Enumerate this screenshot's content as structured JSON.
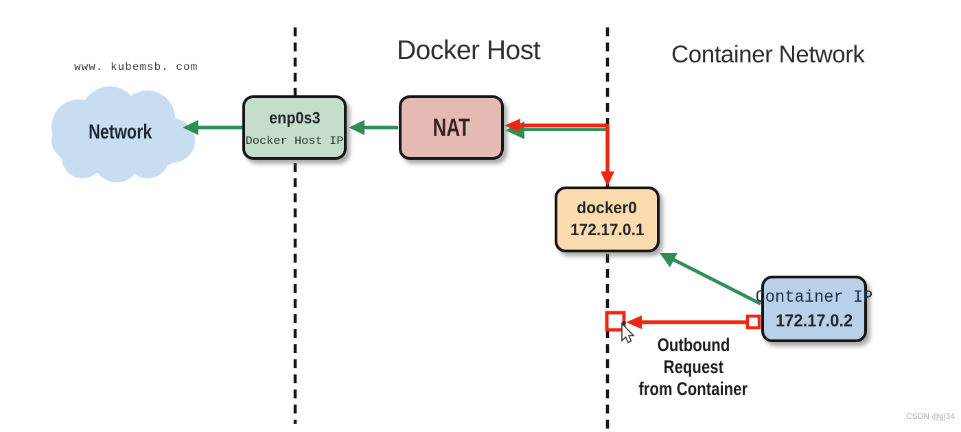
{
  "page": {
    "site_label": "www. kubemsb. com",
    "watermark": "CSDN @jjj34"
  },
  "headers": {
    "docker_host": "Docker Host",
    "container_network": "Container Network"
  },
  "nodes": {
    "network_cloud": {
      "label": "Network",
      "fill": "#c8dcf2"
    },
    "enp0s3": {
      "label": "enp0s3",
      "sublabel": "Docker Host IP",
      "fill": "#c5decb"
    },
    "nat": {
      "label": "NAT",
      "fill": "#e4bab3"
    },
    "docker0": {
      "label": "docker0",
      "ip": "172.17.0.1",
      "fill": "#fcdcae"
    },
    "container": {
      "label": "Container IP",
      "ip": "172.17.0.2",
      "fill": "#b9d1e8"
    }
  },
  "annotation": {
    "line1": "Outbound",
    "line2": "Request",
    "line3": "from Container"
  },
  "colors": {
    "green": "#2f8e55",
    "red": "#ee2715",
    "ink": "#161616",
    "square_fill": "#ffffff"
  }
}
